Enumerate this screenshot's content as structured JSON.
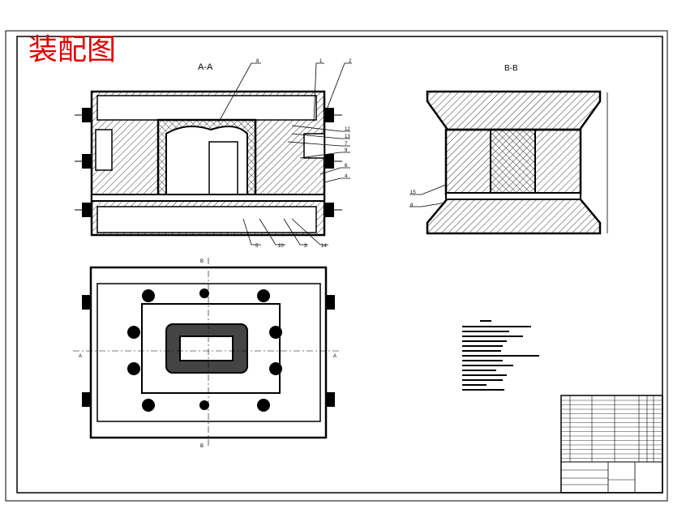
{
  "drawing": {
    "title": "装配图",
    "section_aa_label": "A-A",
    "section_bb_label": "B-B",
    "cut_marker_a": "A",
    "cut_marker_b": "B",
    "aa_callouts_top": [
      "8",
      "1",
      "2"
    ],
    "aa_callouts_right": [
      "12",
      "13",
      "7",
      "9",
      "6",
      "4"
    ],
    "aa_callouts_bottom": [
      "5",
      "10",
      "3",
      "14"
    ],
    "bb_callouts": [
      "15",
      "8"
    ],
    "colors": {
      "title": "#e00000",
      "lines": "#000000"
    }
  }
}
